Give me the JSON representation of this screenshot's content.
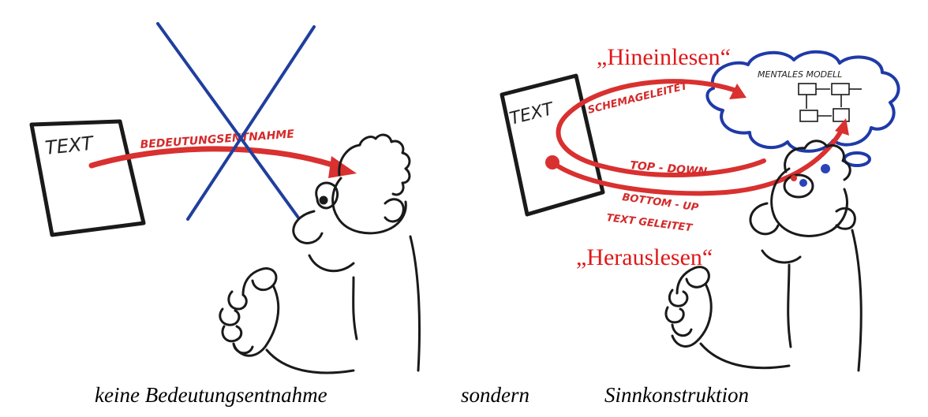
{
  "left_panel": {
    "text_box_label": "TEXT",
    "arrow_label": "BEDEUTUNGSENTNAHME"
  },
  "right_panel": {
    "text_box_label": "TEXT",
    "schema_label": "SCHEMAGELEITET",
    "top_down_label": "TOP - DOWN",
    "bottom_up_label": "BOTTOM - UP",
    "text_guided_label": "TEXT GELEITET",
    "cloud_title": "MENTALES MODELL",
    "hineinlesen": "„Hineinlesen“",
    "herauslesen": "„Herauslesen“"
  },
  "captions": {
    "left": "keine Bedeutungsentnahme",
    "middle": "sondern",
    "right": "Sinnkonstruktion"
  },
  "colors": {
    "arrow_red": "#d93030",
    "cross_blue": "#1f3f9e",
    "ink": "#1a1a1a",
    "cloud_blue": "#1f3aa8"
  }
}
